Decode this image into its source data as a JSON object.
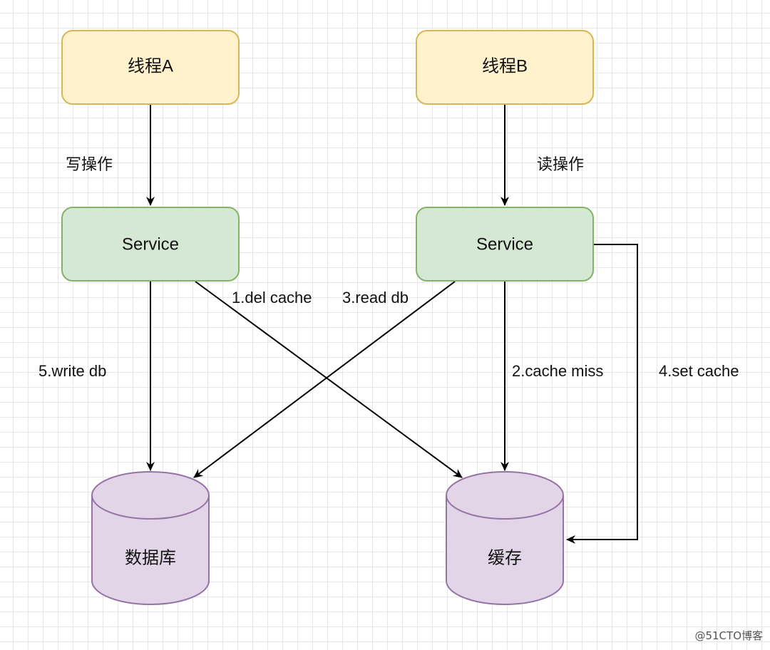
{
  "nodes": {
    "thread_a": {
      "label": "线程A",
      "fill": "#fff2cc",
      "stroke": "#d6b656"
    },
    "thread_b": {
      "label": "线程B",
      "fill": "#fff2cc",
      "stroke": "#d6b656"
    },
    "service_a": {
      "label": "Service",
      "fill": "#d5e8d4",
      "stroke": "#82b366"
    },
    "service_b": {
      "label": "Service",
      "fill": "#d5e8d4",
      "stroke": "#82b366"
    },
    "database": {
      "label": "数据库",
      "fill": "#e1d5e7",
      "stroke": "#9673a6"
    },
    "cache": {
      "label": "缓存",
      "fill": "#e1d5e7",
      "stroke": "#9673a6"
    }
  },
  "edges": {
    "write_op": "写操作",
    "read_op": "读操作",
    "del_cache": "1.del cache",
    "cache_miss": "2.cache miss",
    "read_db": "3.read db",
    "set_cache": "4.set cache",
    "write_db": "5.write db"
  },
  "watermark": "@51CTO博客"
}
